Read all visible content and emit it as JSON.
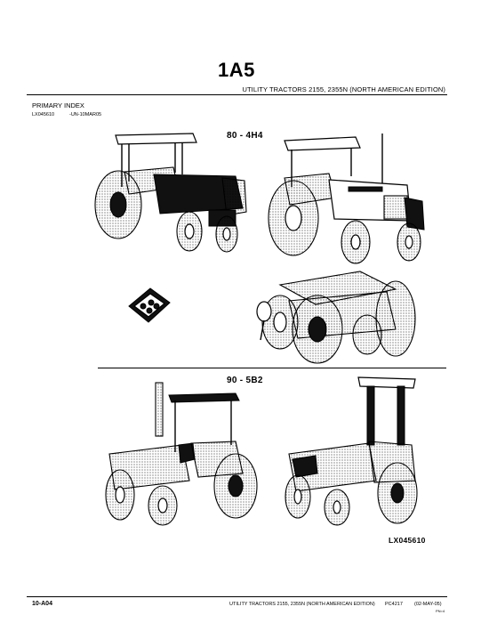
{
  "header": {
    "page_number": "1A5",
    "title": "UTILITY TRACTORS 2155, 2355N (NORTH AMERICAN EDITION)"
  },
  "section": {
    "title": "PRIMARY INDEX",
    "ref_id": "LX045610",
    "ref_date": "-UN-10MAR05"
  },
  "groups": [
    {
      "label": "80 - 4H4"
    },
    {
      "label": "90 - 5B2"
    }
  ],
  "figure_id": "LX045610",
  "footer": {
    "page": "10-A04",
    "title": "UTILITY TRACTORS 2155, 2355N (NORTH AMERICAN EDITION)",
    "code": "PC4217",
    "date": "(02-MAY-05)",
    "small": "PN=4"
  }
}
